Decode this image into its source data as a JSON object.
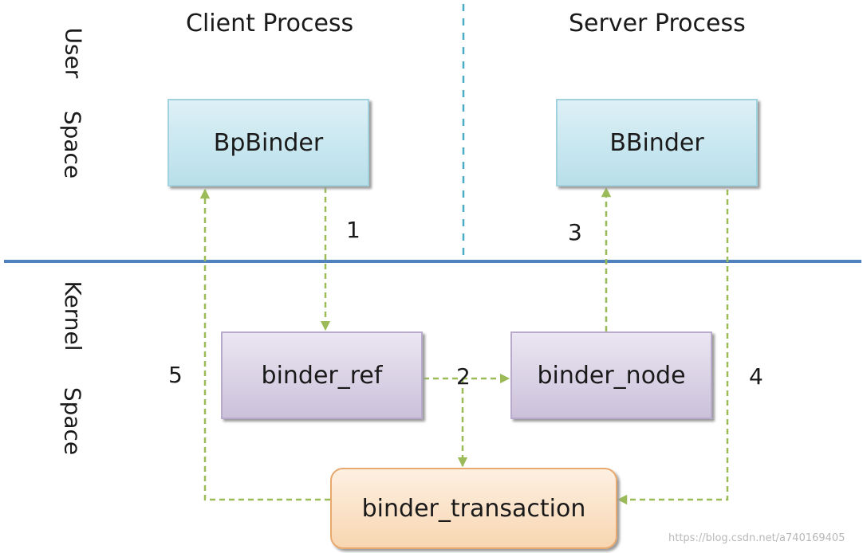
{
  "headers": {
    "client": "Client Process",
    "server": "Server Process"
  },
  "side_labels": {
    "user_a": "User",
    "user_b": "Space",
    "kernel_a": "Kernel",
    "kernel_b": "Space"
  },
  "boxes": {
    "bp_binder": "BpBinder",
    "b_binder": "BBinder",
    "binder_ref": "binder_ref",
    "binder_node": "binder_node",
    "binder_transaction": "binder_transaction"
  },
  "steps": {
    "s1": "1",
    "s2": "2",
    "s3": "3",
    "s4": "4",
    "s5": "5"
  },
  "watermark": "https://blog.csdn.net/a740169405",
  "colors": {
    "arrow": "#9bbb59",
    "divider": "#4f81bd",
    "center_dash": "#4bacc6"
  }
}
